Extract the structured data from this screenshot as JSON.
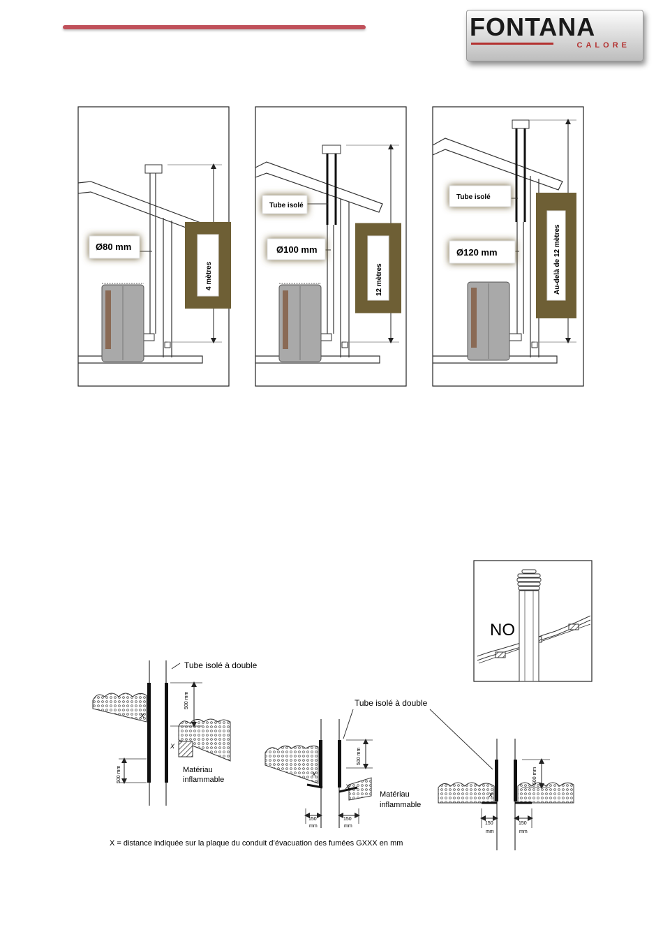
{
  "logo": {
    "main": "FONTANA",
    "sub": "CALORE"
  },
  "panels": [
    {
      "diameter": "Ø80 mm",
      "height": "4 mètres",
      "tube": ""
    },
    {
      "diameter": "Ø100 mm",
      "height": "12 mètres",
      "tube": "Tube isolé"
    },
    {
      "diameter": "Ø120 mm",
      "height": "Au-delà de 12 mètres",
      "tube": "Tube isolé"
    }
  ],
  "no_figure": {
    "label": "NO"
  },
  "bottom": {
    "tube_label_1": "Tube isolé à double",
    "tube_label_2": "Tube isolé à double",
    "flammable_1_line1": "Matériau",
    "flammable_1_line2": "inflammable",
    "flammable_2_line1": "Matériau",
    "flammable_2_line2": "inflammable",
    "dim_500": "500 mm",
    "dim_150": "150",
    "unit_mm": "mm",
    "x_mark": "X",
    "caption": "X = distance indiquée sur la plaque du conduit d’évacuation des fumées GXXX en mm"
  },
  "colors": {
    "accent_red": "#c0505a",
    "label_glow": "#7a6a3a",
    "stove_grey": "#a7a7a7"
  }
}
